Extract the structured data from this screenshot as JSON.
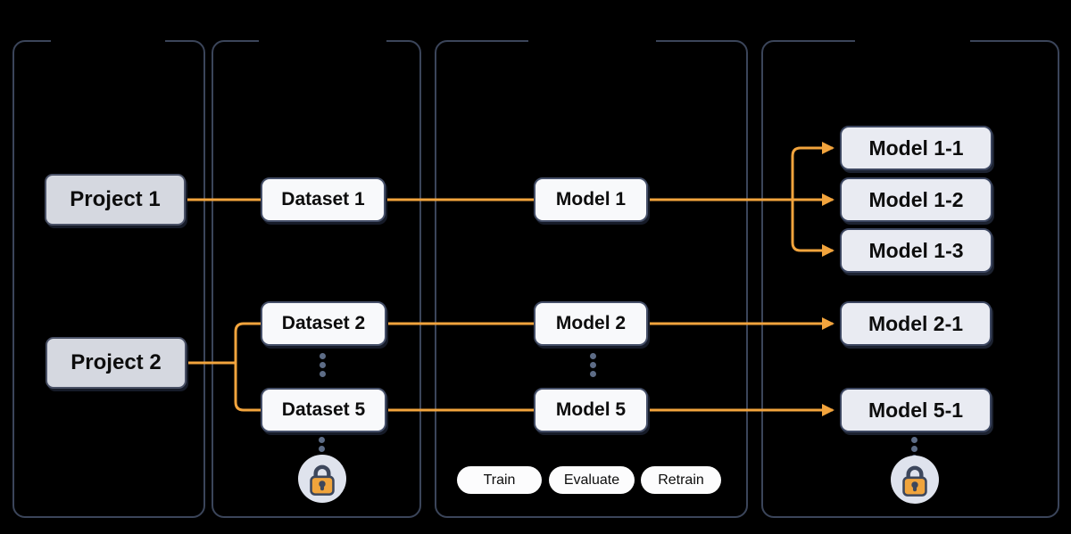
{
  "diagram": {
    "boxes": {
      "project1": {
        "label": "Project 1"
      },
      "project2": {
        "label": "Project 2"
      },
      "dataset1": {
        "label": "Dataset 1"
      },
      "dataset2": {
        "label": "Dataset 2"
      },
      "dataset5": {
        "label": "Dataset 5"
      },
      "model1": {
        "label": "Model 1"
      },
      "model2": {
        "label": "Model 2"
      },
      "model5": {
        "label": "Model 5"
      },
      "model11": {
        "label": "Model 1-1"
      },
      "model12": {
        "label": "Model 1-2"
      },
      "model13": {
        "label": "Model 1-3"
      },
      "model21": {
        "label": "Model 2-1"
      },
      "model51": {
        "label": "Model 5-1"
      }
    },
    "pills": [
      {
        "label": "Train"
      },
      {
        "label": "Evaluate"
      },
      {
        "label": "Retrain"
      }
    ],
    "icons": {
      "lock_datasets": "lock-icon",
      "lock_model_versions": "lock-icon",
      "ellipsis": "ellipsis-dots"
    },
    "colors": {
      "background": "#000000",
      "accent_orange": "#F2A43D",
      "column_border": "#3B455A",
      "node_border": "#454F68",
      "project_fill": "#D5D8E0",
      "node_fill": "#F8F9FB",
      "version_fill": "#E9EBF2",
      "lock_circle_fill": "#DFE3ED",
      "lock_body_fill": "#F0A43C",
      "lock_stroke": "#3D475C",
      "dot_color": "#5D6C86",
      "text_color": "#0D0D0D"
    }
  }
}
